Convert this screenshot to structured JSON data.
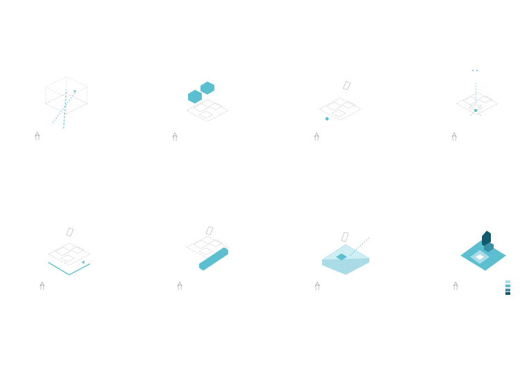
{
  "colors": {
    "accent": "#5bbfd0",
    "accent_light": "#a9dce6",
    "accent_mid": "#4aa6bf",
    "accent_dark": "#0f5a6e",
    "line": "#9a9a9a",
    "line_light": "#c8c8c8"
  },
  "panels": [
    {
      "id": "panel-1",
      "icon": "north-arrow-icon"
    },
    {
      "id": "panel-2",
      "icon": "north-arrow-icon"
    },
    {
      "id": "panel-3",
      "icon": "north-arrow-icon",
      "label_a": "",
      "label_b": ""
    },
    {
      "id": "panel-4",
      "icon": "north-arrow-icon"
    },
    {
      "id": "panel-5",
      "icon": "north-arrow-icon"
    },
    {
      "id": "panel-6",
      "icon": "north-arrow-icon"
    },
    {
      "id": "panel-7",
      "icon": "north-arrow-icon"
    },
    {
      "id": "panel-8",
      "icon": "north-arrow-icon"
    }
  ],
  "legend": {
    "items": [
      {
        "label": "",
        "color": "#a9dce6"
      },
      {
        "label": "",
        "color": "#5bbfd0"
      },
      {
        "label": "",
        "color": "#3a8fa8"
      },
      {
        "label": "",
        "color": "#0f5a6e"
      }
    ]
  }
}
